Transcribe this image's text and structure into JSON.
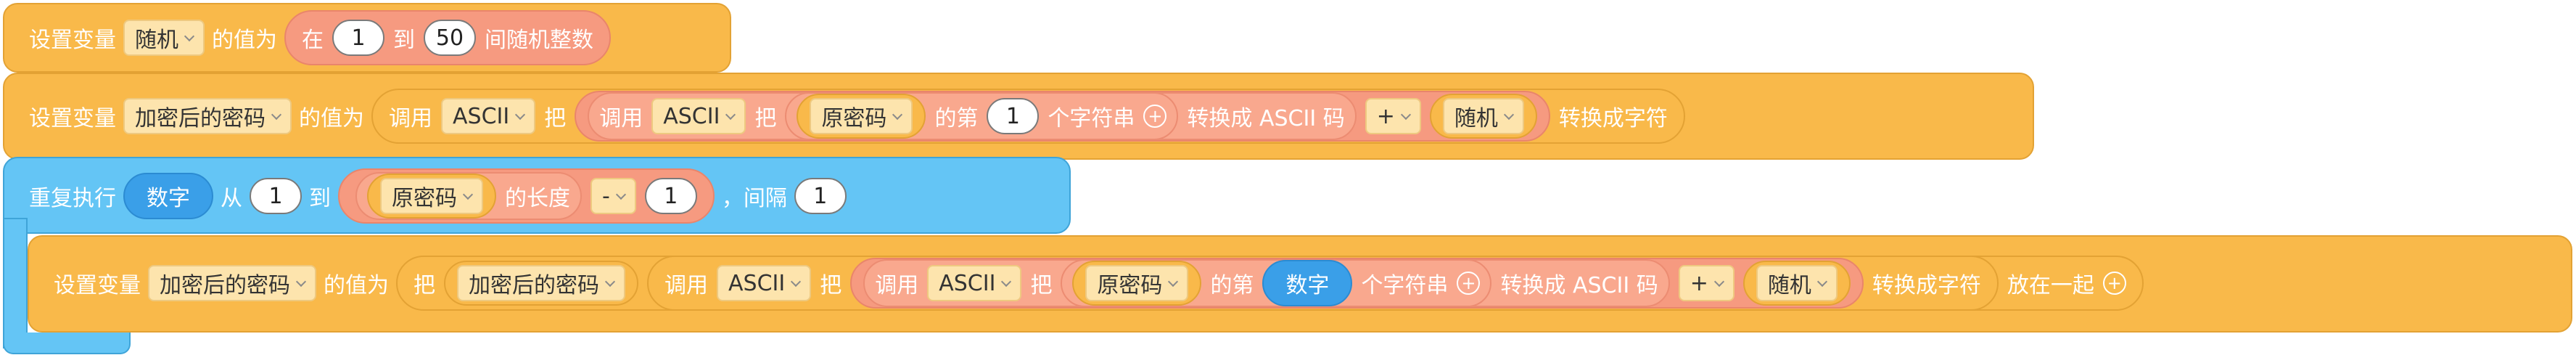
{
  "block1": {
    "label": "设置变量",
    "var": "随机",
    "value_label": "的值为",
    "random": {
      "prefix": "在",
      "from": "1",
      "to_label": "到",
      "to": "50",
      "suffix": "间随机整数"
    }
  },
  "block2": {
    "label": "设置变量",
    "var": "加密后的密码",
    "value_label": "的值为",
    "outer": {
      "call_label": "调用",
      "lib": "ASCII",
      "ba_label": "把",
      "inner": {
        "call_label": "调用",
        "lib": "ASCII",
        "ba_label": "把",
        "char_at": {
          "var": "原密码",
          "nth_label": "的第",
          "index": "1",
          "unit_label": "个字符串"
        },
        "convert_label": "转换成 ASCII 码"
      },
      "op": "+",
      "rand_var": "随机",
      "convert_label": "转换成字符"
    }
  },
  "block3": {
    "label": "重复执行",
    "loop_var": "数字",
    "from_label": "从",
    "from": "1",
    "to_label": "到",
    "length": {
      "var": "原密码",
      "label": "的长度"
    },
    "op": "-",
    "minus": "1",
    "step_label": "，间隔",
    "step": "1"
  },
  "block4": {
    "label": "设置变量",
    "var": "加密后的密码",
    "value_label": "的值为",
    "ba_label": "把",
    "join_var": "加密后的密码",
    "outer": {
      "call_label": "调用",
      "lib": "ASCII",
      "ba_label": "把",
      "inner": {
        "call_label": "调用",
        "lib": "ASCII",
        "ba_label": "把",
        "char_at": {
          "var": "原密码",
          "nth_label": "的第",
          "index_var": "数字",
          "unit_label": "个字符串"
        },
        "convert_label": "转换成 ASCII 码"
      },
      "op": "+",
      "rand_var": "随机",
      "convert_label": "转换成字符"
    },
    "join_label": "放在一起"
  },
  "colors": {
    "block_orange": "#f9b94a",
    "block_blue": "#64c5f5",
    "operator_salmon": "#f69a80",
    "variable_blue": "#3a9fe8"
  }
}
